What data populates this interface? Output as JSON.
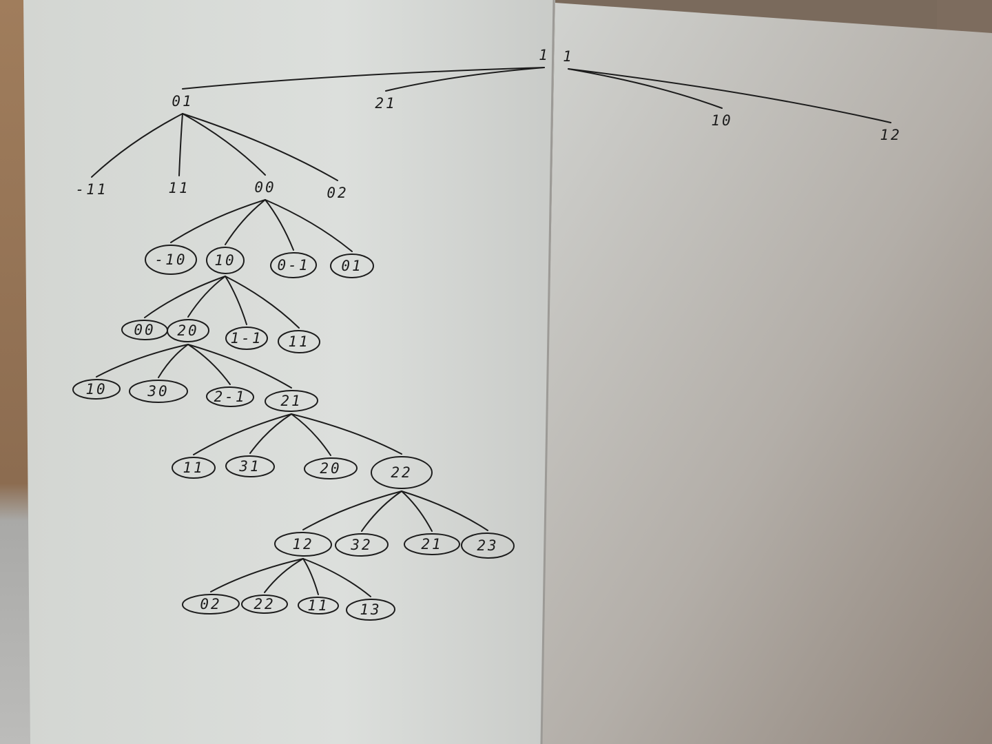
{
  "tree": {
    "nodes": [
      {
        "id": "root_a",
        "label": "1",
        "circled": false
      },
      {
        "id": "root_b",
        "label": "1",
        "circled": false
      },
      {
        "id": "n01",
        "label": "01",
        "circled": false
      },
      {
        "id": "n21top",
        "label": "21",
        "circled": false
      },
      {
        "id": "n10top",
        "label": "10",
        "circled": false
      },
      {
        "id": "n12top",
        "label": "12",
        "circled": false
      },
      {
        "id": "nm11",
        "label": "-11",
        "circled": false
      },
      {
        "id": "n11a",
        "label": "11",
        "circled": false
      },
      {
        "id": "n00a",
        "label": "00",
        "circled": false
      },
      {
        "id": "n02a",
        "label": "02",
        "circled": false
      },
      {
        "id": "nm10",
        "label": "-10",
        "circled": true
      },
      {
        "id": "n10a",
        "label": "10",
        "circled": true
      },
      {
        "id": "n0m1",
        "label": "0-1",
        "circled": true
      },
      {
        "id": "n01b",
        "label": "01",
        "circled": true
      },
      {
        "id": "n00b",
        "label": "00",
        "circled": true
      },
      {
        "id": "n20a",
        "label": "20",
        "circled": true
      },
      {
        "id": "n1m1",
        "label": "1-1",
        "circled": true
      },
      {
        "id": "n11b",
        "label": "11",
        "circled": true
      },
      {
        "id": "n10b",
        "label": "10",
        "circled": true
      },
      {
        "id": "n30",
        "label": "30",
        "circled": true
      },
      {
        "id": "n2m1",
        "label": "2-1",
        "circled": true
      },
      {
        "id": "n21",
        "label": "21",
        "circled": true
      },
      {
        "id": "n11c",
        "label": "11",
        "circled": true
      },
      {
        "id": "n31",
        "label": "31",
        "circled": true
      },
      {
        "id": "n20b",
        "label": "20",
        "circled": true
      },
      {
        "id": "n22",
        "label": "22",
        "circled": true
      },
      {
        "id": "n12",
        "label": "12",
        "circled": true
      },
      {
        "id": "n32",
        "label": "32",
        "circled": true
      },
      {
        "id": "n21b",
        "label": "21",
        "circled": true
      },
      {
        "id": "n23",
        "label": "23",
        "circled": true
      },
      {
        "id": "n02b",
        "label": "02",
        "circled": true
      },
      {
        "id": "n22b",
        "label": "22",
        "circled": true
      },
      {
        "id": "n11d",
        "label": "11",
        "circled": true
      },
      {
        "id": "n13",
        "label": "13",
        "circled": true
      }
    ],
    "edges": [
      [
        "root_a",
        "n01"
      ],
      [
        "root_a",
        "n21top"
      ],
      [
        "root_b",
        "n10top"
      ],
      [
        "root_b",
        "n12top"
      ],
      [
        "n01",
        "nm11"
      ],
      [
        "n01",
        "n11a"
      ],
      [
        "n01",
        "n00a"
      ],
      [
        "n01",
        "n02a"
      ],
      [
        "n00a",
        "nm10"
      ],
      [
        "n00a",
        "n10a"
      ],
      [
        "n00a",
        "n0m1"
      ],
      [
        "n00a",
        "n01b"
      ],
      [
        "n10a",
        "n00b"
      ],
      [
        "n10a",
        "n20a"
      ],
      [
        "n10a",
        "n1m1"
      ],
      [
        "n10a",
        "n11b"
      ],
      [
        "n20a",
        "n10b"
      ],
      [
        "n20a",
        "n30"
      ],
      [
        "n20a",
        "n2m1"
      ],
      [
        "n20a",
        "n21"
      ],
      [
        "n21",
        "n11c"
      ],
      [
        "n21",
        "n31"
      ],
      [
        "n21",
        "n20b"
      ],
      [
        "n21",
        "n22"
      ],
      [
        "n22",
        "n12"
      ],
      [
        "n22",
        "n32"
      ],
      [
        "n22",
        "n21b"
      ],
      [
        "n22",
        "n23"
      ],
      [
        "n12",
        "n02b"
      ],
      [
        "n12",
        "n22b"
      ],
      [
        "n12",
        "n11d"
      ],
      [
        "n12",
        "n13"
      ]
    ]
  }
}
